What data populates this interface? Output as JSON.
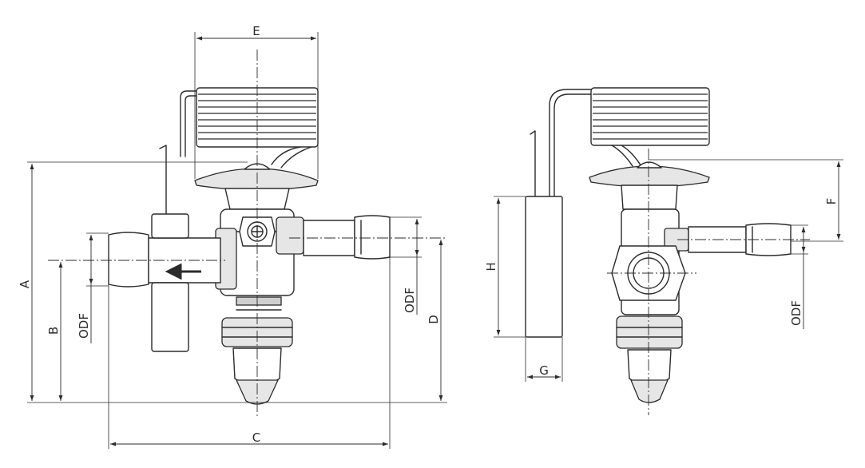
{
  "labels": {
    "E": "E",
    "A": "A",
    "B": "B",
    "C": "C",
    "D": "D",
    "F": "F",
    "G": "G",
    "H": "H",
    "odf_left": "ODF",
    "odf_mid": "ODF",
    "odf_right": "ODF"
  },
  "colors": {
    "line": "#2b2b2b",
    "shade": "#e6e6e6",
    "dark_shade": "#cfcfcf",
    "background": "#ffffff"
  },
  "icons": {
    "flow_arrow": "arrow-left-icon"
  }
}
